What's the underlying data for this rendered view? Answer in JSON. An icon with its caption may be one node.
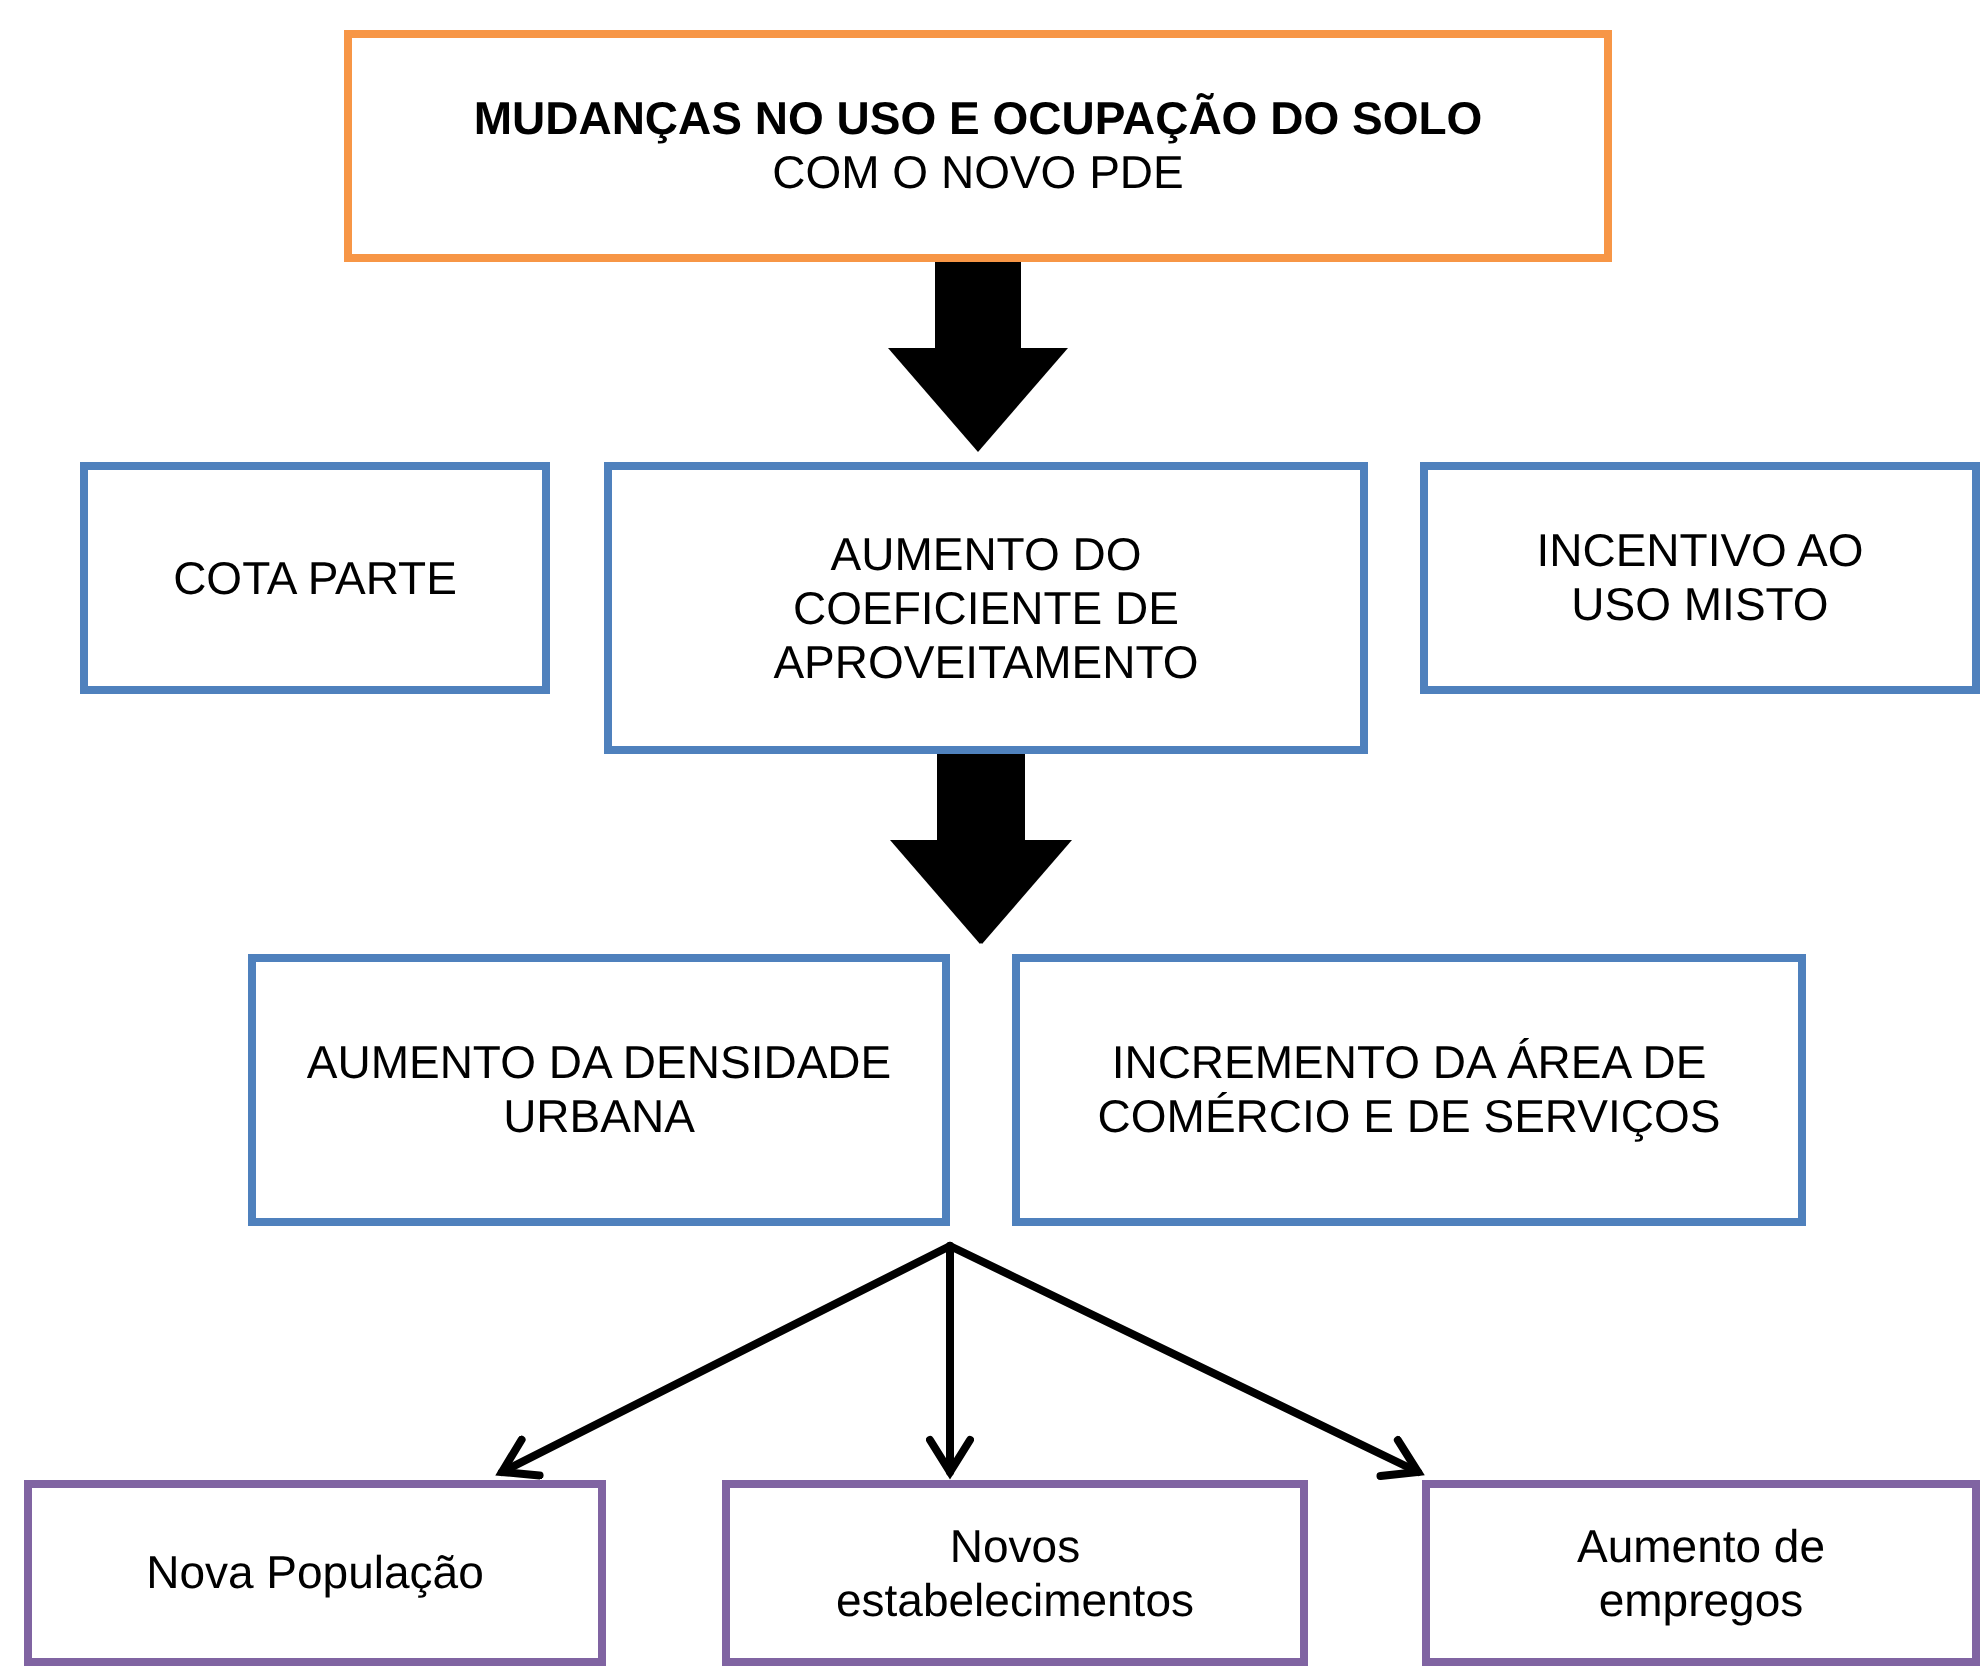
{
  "diagram": {
    "nodes": [
      {
        "text": [
          "MUDANÇAS NO USO E OCUPAÇÃO DO SOLO",
          "COM O NOVO PDE"
        ]
      },
      {
        "text": [
          "COTA PARTE"
        ]
      },
      {
        "text": [
          "AUMENTO DO COEFICIENTE DE APROVEITAMENTO"
        ]
      },
      {
        "text": [
          "INCENTIVO AO USO MISTO"
        ]
      },
      {
        "text": [
          "AUMENTO DA DENSIDADE URBANA"
        ]
      },
      {
        "text": [
          "INCREMENTO DA ÁREA DE COMÉRCIO E DE SERVIÇOS"
        ]
      },
      {
        "text": [
          "Nova População"
        ]
      },
      {
        "text": [
          "Novos estabelecimentos"
        ]
      },
      {
        "text": [
          "Aumento de empregos"
        ]
      }
    ],
    "edges": [
      {
        "from": 0,
        "to": 2,
        "arrow": "to",
        "style": "thick"
      },
      {
        "from": 2,
        "to": 4,
        "arrow": "to",
        "style": "thick"
      },
      {
        "from": 2,
        "to": 5,
        "arrow": "to",
        "style": "thick"
      },
      {
        "from": 4,
        "to": 6,
        "arrow": "to"
      },
      {
        "from": 4,
        "to": 7,
        "arrow": "to"
      },
      {
        "from": 4,
        "to": 8,
        "arrow": "to"
      }
    ]
  }
}
